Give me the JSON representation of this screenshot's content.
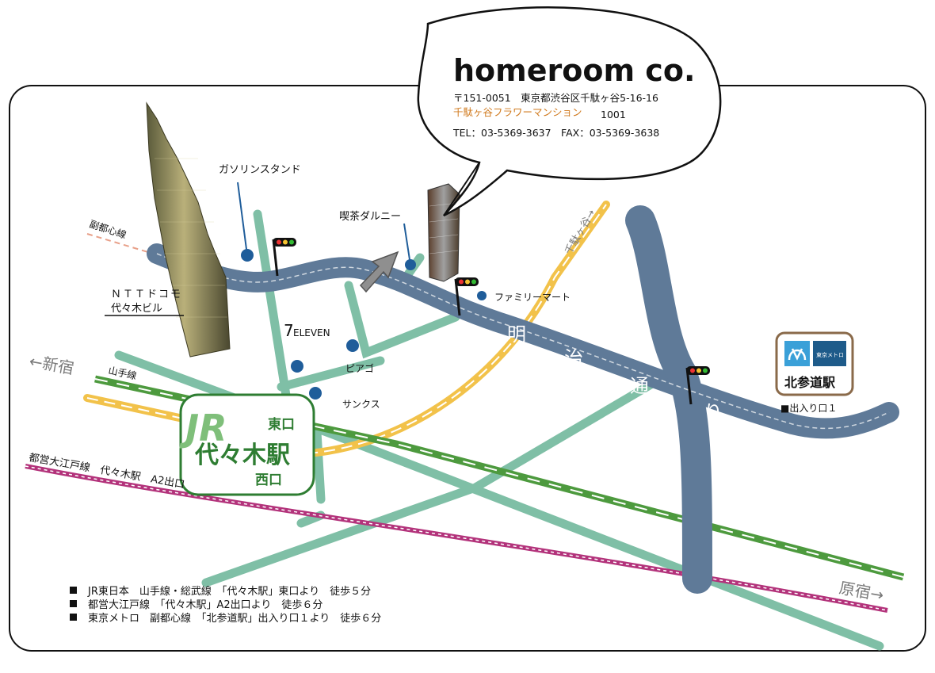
{
  "company": {
    "name": "homeroom co.",
    "address_line1": "〒151-0051　東京都渋谷区千駄ヶ谷5-16-16",
    "address_building": "千駄ヶ谷フラワーマンション",
    "address_room": "1001",
    "contact": "TEL：03-5369-3637　FAX：03-5369-3638"
  },
  "colors": {
    "main_road": "#5f7a98",
    "side_road": "#7fbfa6",
    "jr_line": "#4d9a3e",
    "oedo_line": "#b3337b",
    "fukutoshin_line": "#e8a089",
    "sendagaya_line": "#f2c24a",
    "station_badge": "#2e7d32",
    "metro_badge": "#1e5b8a",
    "company_building_text": "#d07a1e"
  },
  "labels": {
    "gas_station": "ガソリンスタンド",
    "cafe": "喫茶ダルニー",
    "fukutoshin_line": "副都心線",
    "ntt_docomo": "ＮＴＴドコモ\n代々木ビル",
    "ntt_line1": "ＮＴＴドコモ",
    "ntt_line2": "代々木ビル",
    "family_mart": "ファミリーマート",
    "seven_eleven_num": "7",
    "seven_eleven_txt": "ELEVEN",
    "piago": "ピアゴ",
    "sunkus": "サンクス",
    "to_shinjuku": "←新宿",
    "yamanote": "山手線",
    "oedo_station": "都営大江戸線　代々木駅　A2出口",
    "sendagaya_dir": "千駄ヶ谷→",
    "meiji_dori": [
      "明",
      "治",
      "通",
      "り"
    ],
    "to_harajuku": "原宿→",
    "kitasando_exit": "■出入り口１"
  },
  "jr_station": {
    "logo": "JR",
    "name": "代々木駅",
    "east_exit": "東口",
    "west_exit": "西口"
  },
  "metro_station": {
    "logo_text": "東京メトロ",
    "name": "北参道駅"
  },
  "access": [
    "JR東日本　山手線・総武線　「代々木駅」東口より　徒歩５分",
    "都営大江戸線　「代々木駅」A2出口より　徒歩６分",
    "東京メトロ　副都心線　「北参道駅」出入り口１より　徒歩６分"
  ]
}
